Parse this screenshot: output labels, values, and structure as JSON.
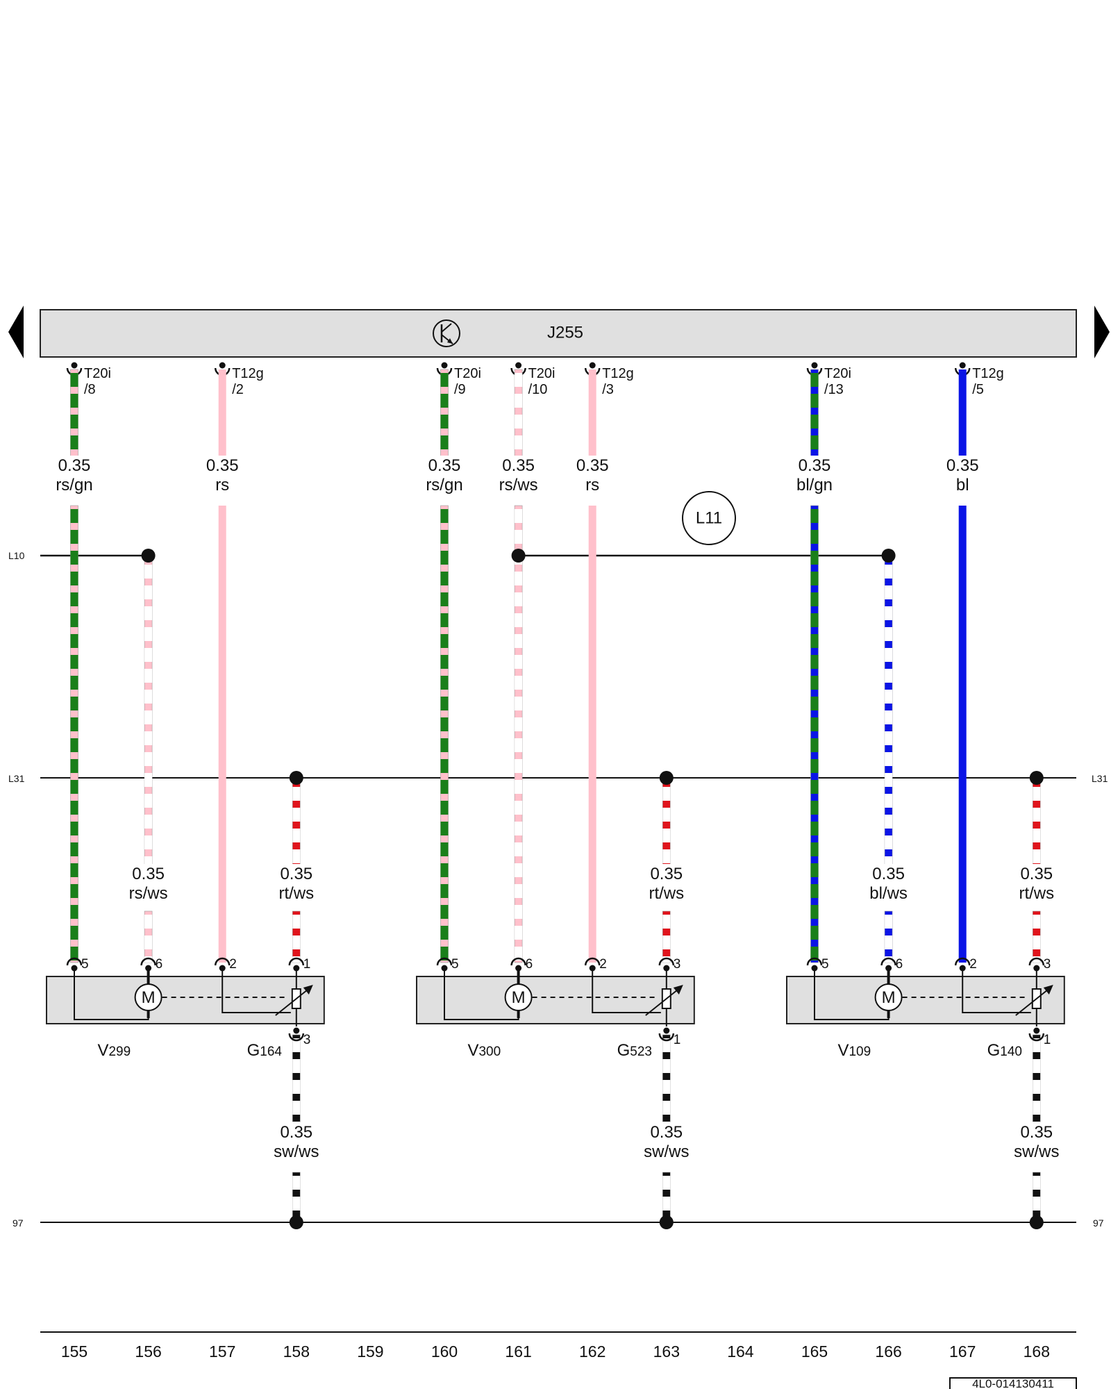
{
  "header": {
    "control_unit": "J255",
    "location_label": "L11"
  },
  "rails": {
    "l10": "L10",
    "l31": "L31",
    "ground": "97"
  },
  "wires": [
    {
      "col": 155,
      "connector": "T20i",
      "pin": "/8",
      "gauge": "0.35",
      "color_code": "rs/gn",
      "colors": [
        "#ffc0cb",
        "#1a7f1a"
      ],
      "striped": true,
      "end_pin": "5"
    },
    {
      "col": 157,
      "connector": "T12g",
      "pin": "/2",
      "gauge": "0.35",
      "color_code": "rs",
      "colors": [
        "#ffc0cb"
      ],
      "striped": false,
      "end_pin": "2"
    },
    {
      "col": 160,
      "connector": "T20i",
      "pin": "/9",
      "gauge": "0.35",
      "color_code": "rs/gn",
      "colors": [
        "#ffc0cb",
        "#1a7f1a"
      ],
      "striped": true,
      "end_pin": "5"
    },
    {
      "col": 161,
      "connector": "T20i",
      "pin": "/10",
      "gauge": "0.35",
      "color_code": "rs/ws",
      "colors": [
        "#ffc0cb",
        "#ffffff"
      ],
      "striped": true,
      "end_pin": "6"
    },
    {
      "col": 162,
      "connector": "T12g",
      "pin": "/3",
      "gauge": "0.35",
      "color_code": "rs",
      "colors": [
        "#ffc0cb"
      ],
      "striped": false,
      "end_pin": "2"
    },
    {
      "col": 165,
      "connector": "T20i",
      "pin": "/13",
      "gauge": "0.35",
      "color_code": "bl/gn",
      "colors": [
        "#0a14e6",
        "#1a7f1a"
      ],
      "striped": true,
      "end_pin": "5"
    },
    {
      "col": 167,
      "connector": "T12g",
      "pin": "/5",
      "gauge": "0.35",
      "color_code": "bl",
      "colors": [
        "#0a14e6"
      ],
      "striped": false,
      "end_pin": "2"
    }
  ],
  "l10_drops": [
    {
      "col": 156,
      "gauge": "0.35",
      "color_code": "rs/ws",
      "colors": [
        "#ffc0cb",
        "#ffffff"
      ],
      "end_pin": "6"
    },
    {
      "col": 166,
      "gauge": "0.35",
      "color_code": "bl/ws",
      "colors": [
        "#0a14e6",
        "#ffffff"
      ],
      "end_pin": "6"
    }
  ],
  "l31_drops": [
    {
      "col": 158,
      "gauge": "0.35",
      "color_code": "rt/ws",
      "colors": [
        "#e0141c",
        "#ffffff"
      ],
      "end_pin": "1"
    },
    {
      "col": 163,
      "gauge": "0.35",
      "color_code": "rt/ws",
      "colors": [
        "#e0141c",
        "#ffffff"
      ],
      "end_pin": "3"
    },
    {
      "col": 168,
      "gauge": "0.35",
      "color_code": "rt/ws",
      "colors": [
        "#e0141c",
        "#ffffff"
      ],
      "end_pin": "3"
    }
  ],
  "ground_wires": [
    {
      "col": 158,
      "gauge": "0.35",
      "color_code": "sw/ws",
      "top_pin": "3"
    },
    {
      "col": 163,
      "gauge": "0.35",
      "color_code": "sw/ws",
      "top_pin": "1"
    },
    {
      "col": 168,
      "gauge": "0.35",
      "color_code": "sw/ws",
      "top_pin": "1"
    }
  ],
  "components": [
    {
      "motor": "V",
      "motor_num": "299",
      "sensor": "G",
      "sensor_num": "164",
      "motor_symbol": "M"
    },
    {
      "motor": "V",
      "motor_num": "300",
      "sensor": "G",
      "sensor_num": "523",
      "motor_symbol": "M"
    },
    {
      "motor": "V",
      "motor_num": "109",
      "sensor": "G",
      "sensor_num": "140",
      "motor_symbol": "M"
    }
  ],
  "columns": [
    "155",
    "156",
    "157",
    "158",
    "159",
    "160",
    "161",
    "162",
    "163",
    "164",
    "165",
    "166",
    "167",
    "168"
  ],
  "document_id": "4L0-014130411",
  "colors": {
    "pink": "#ffc0cb",
    "green": "#1a7f1a",
    "blue": "#0a14e6",
    "red": "#e0141c",
    "black": "#111111",
    "box_fill": "#e0e0e0"
  }
}
